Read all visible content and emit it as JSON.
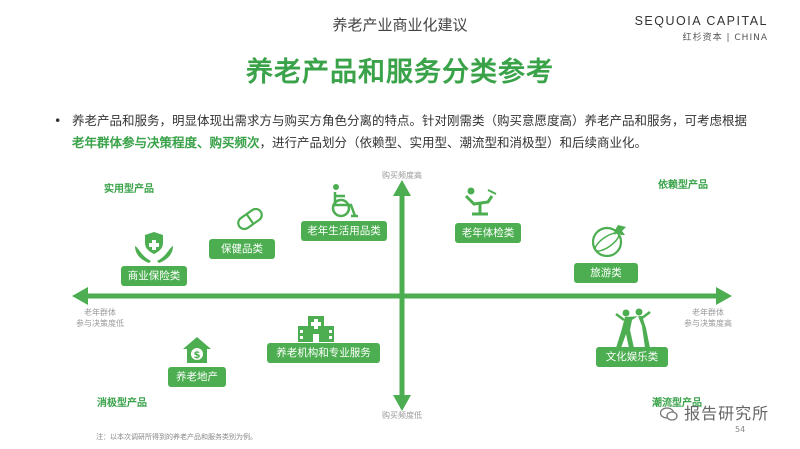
{
  "header": {
    "subtitle": "养老产业商业化建议",
    "title": "养老产品和服务分类参考"
  },
  "logo": {
    "name": "SEQUOIA CAPITAL",
    "mark": "红杉资本 | CHINA"
  },
  "bullet": {
    "marker": "•",
    "part1": "养老产品和服务，明显体现出需求方与购买方角色分离的特点。针对刚需类（购买意愿度高）养老产品和服务，可考虑根据",
    "highlight": "老年群体参与决策程度、购买频次",
    "part2": "，进行产品划分（依赖型、实用型、潮流型和消极型）和后续商业化。"
  },
  "axes": {
    "top": "购买频度高",
    "bottom": "购买频度低",
    "left": "老年群体\n参与决策度低",
    "right": "老年群体\n参与决策度高"
  },
  "quadrants": {
    "top_left": "实用型产品",
    "top_right": "依赖型产品",
    "bottom_left": "消极型产品",
    "bottom_right": "潮流型产品"
  },
  "categories": {
    "insurance": "商业保险类",
    "health": "保健品类",
    "daily": "老年生活用品类",
    "checkup": "老年体检类",
    "travel": "旅游类",
    "institution": "养老机构和专业服务",
    "realestate": "养老地产",
    "entertainment": "文化娱乐类"
  },
  "icons": [
    "hands-shield-icon",
    "pill-icon",
    "wheelchair-icon",
    "dental-chair-icon",
    "globe-plane-icon",
    "hospital-icon",
    "house-dollar-icon",
    "dancers-icon"
  ],
  "colors": {
    "accent": "#3aa34a",
    "box": "#4cae50"
  },
  "footer": {
    "note": "注：以本次调研所得到的养老产品和服务类别为例。",
    "page": "54",
    "watermark": "报告研究所"
  }
}
